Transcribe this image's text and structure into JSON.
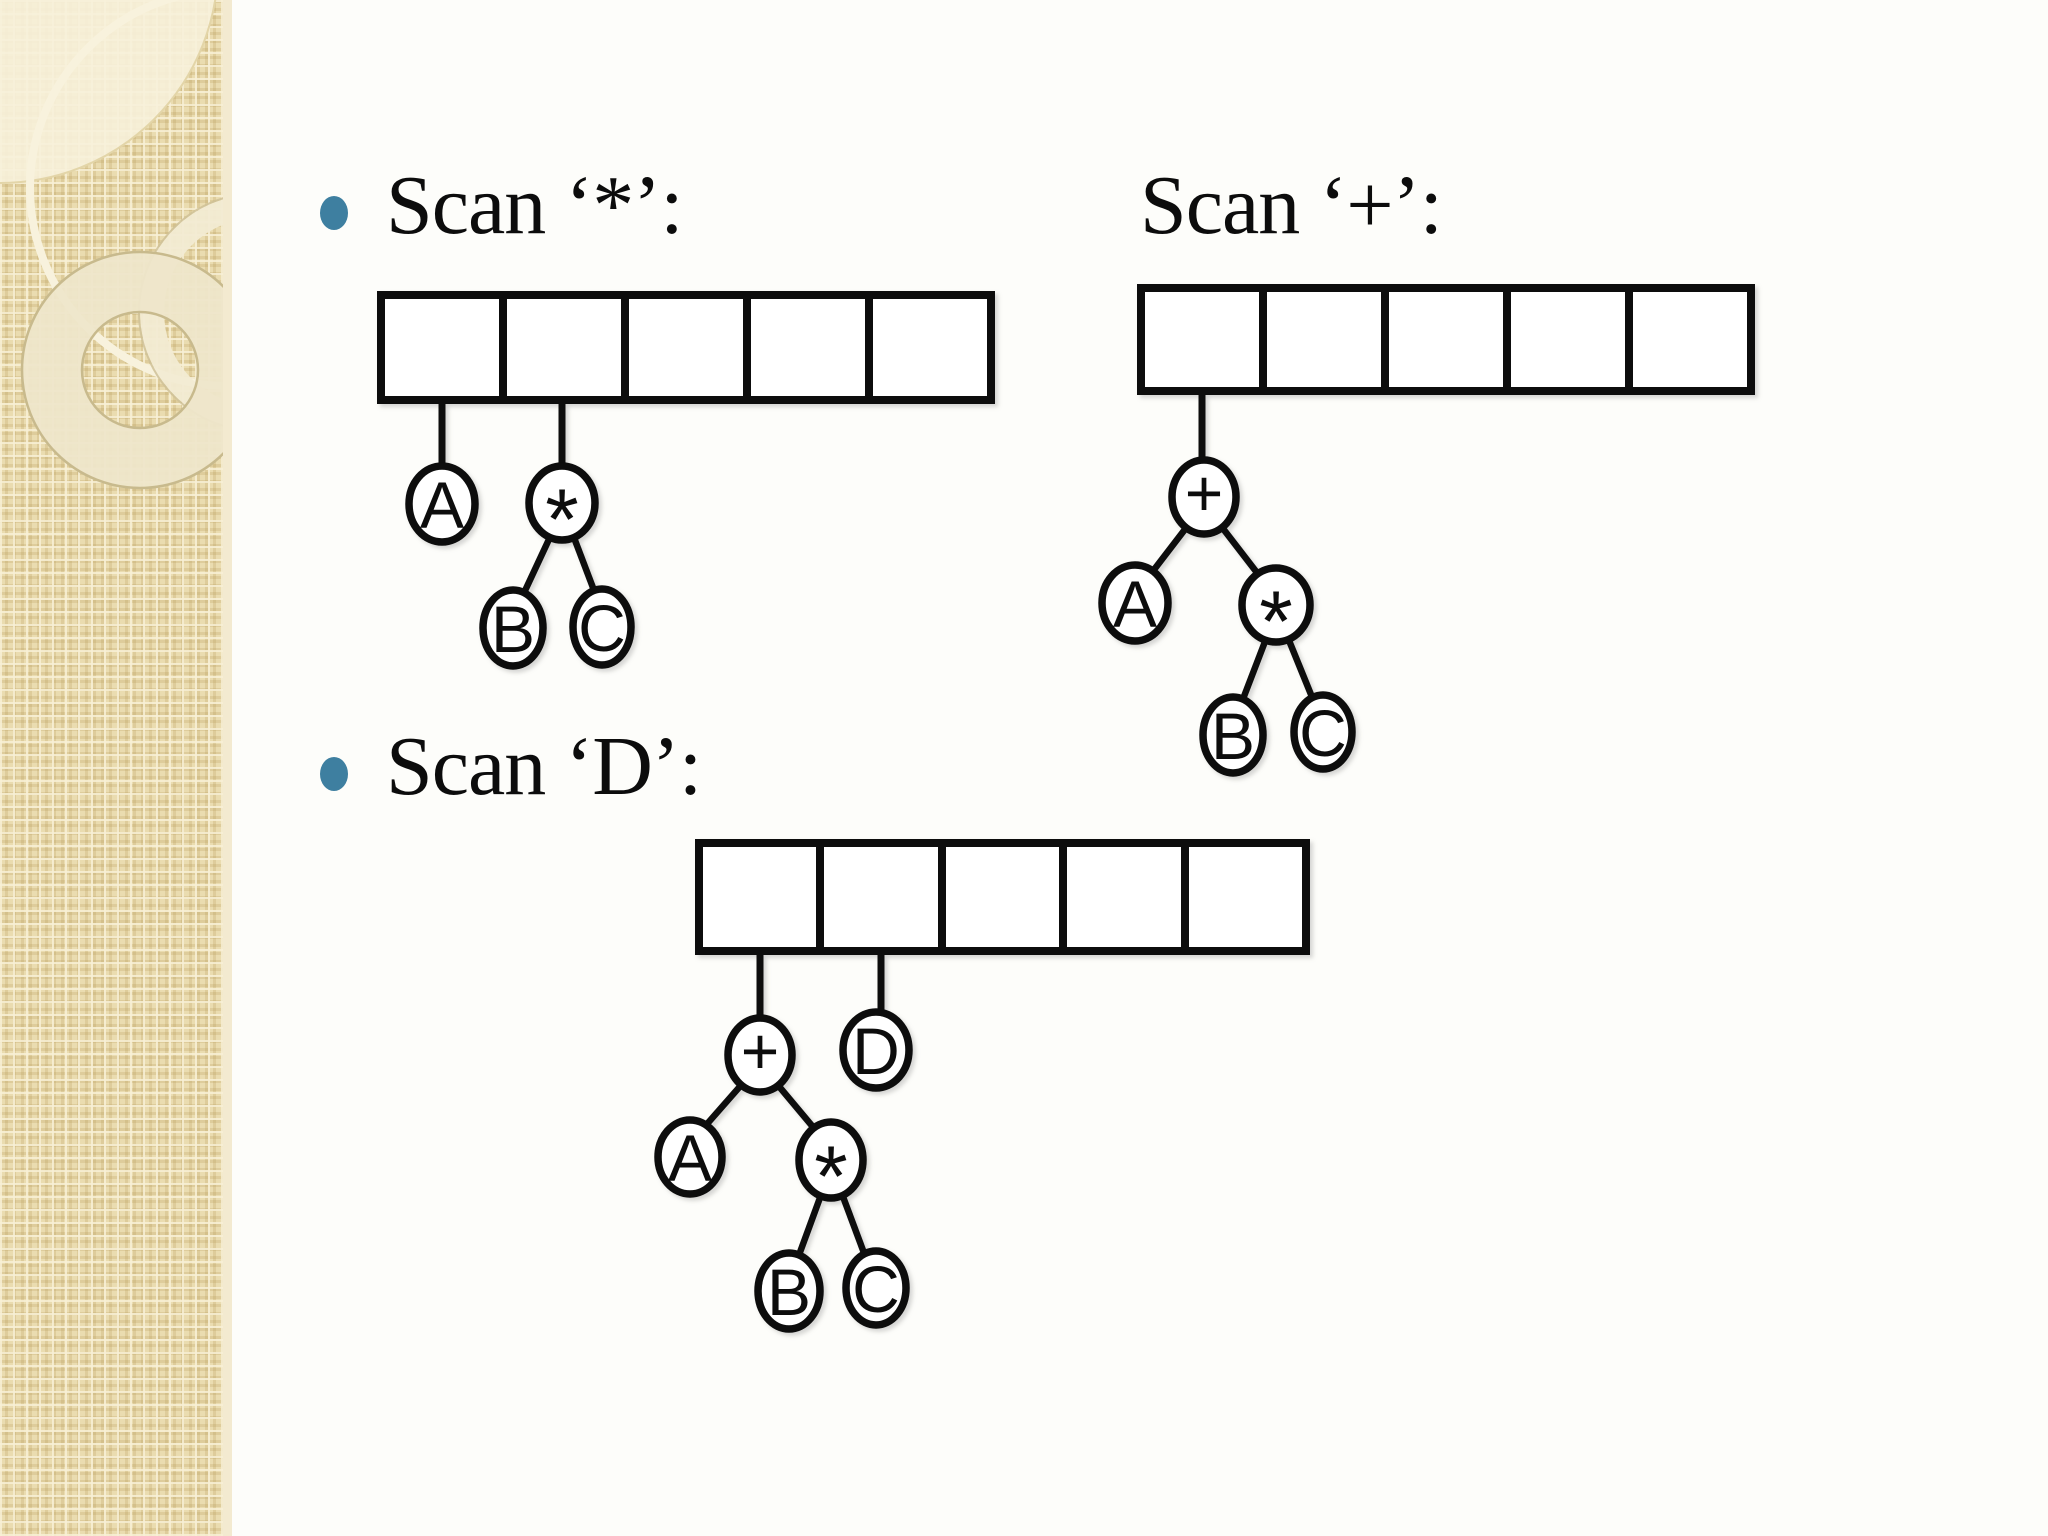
{
  "colors": {
    "accent_bullet": "#3e7fa0",
    "ink": "#0d0d0d",
    "slide_background": "#fdfdfa",
    "sidebar_base": "#eadcb0"
  },
  "sections": [
    {
      "heading": "Scan ‘*’:",
      "bullet": true,
      "stack_cells": 5,
      "node_labels": [
        "A",
        "*",
        "B",
        "C"
      ]
    },
    {
      "heading": "Scan ‘+’:",
      "bullet": false,
      "stack_cells": 5,
      "node_labels": [
        "+",
        "A",
        "*",
        "B",
        "C"
      ]
    },
    {
      "heading": "Scan ‘D’:",
      "bullet": true,
      "stack_cells": 5,
      "node_labels": [
        "+",
        "D",
        "A",
        "*",
        "B",
        "C"
      ]
    }
  ]
}
